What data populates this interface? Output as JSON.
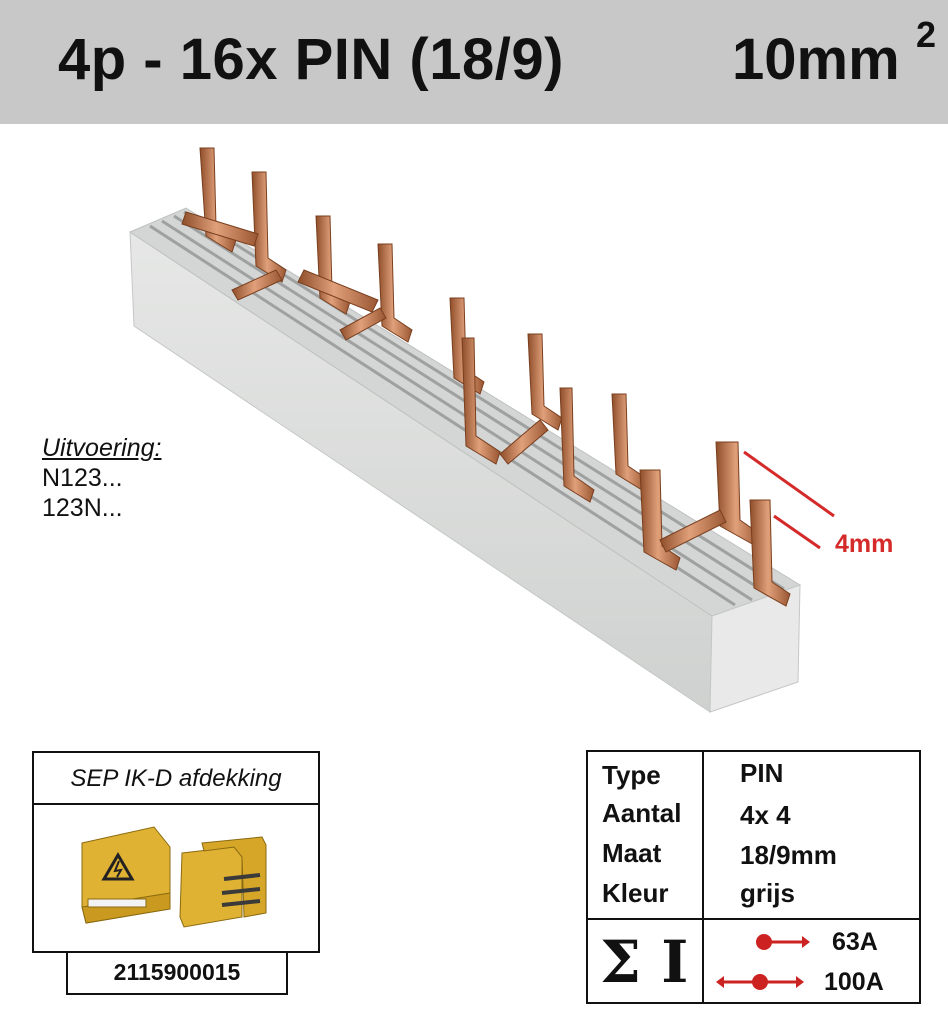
{
  "header": {
    "title": "4p - 16x PIN (18/9)",
    "cross_section": "10mm",
    "cross_section_exp": "2"
  },
  "variants": {
    "heading": "Uitvoering:",
    "items": [
      "N123...",
      "123N..."
    ]
  },
  "dimension": {
    "label": "4mm",
    "color": "#d42a2a"
  },
  "cover": {
    "title": "SEP IK-D afdekking",
    "code": "2115900015"
  },
  "spec": {
    "rows": [
      {
        "label": "Type",
        "value": "PIN"
      },
      {
        "label": "Aantal",
        "value": "4x 4"
      },
      {
        "label": "Maat",
        "value": "18/9mm"
      },
      {
        "label": "Kleur",
        "value": "grijs"
      }
    ],
    "current_symbol": "Σ I",
    "current_one_side": "63A",
    "current_two_side": "100A",
    "arrow_color": "#cc2222"
  },
  "colors": {
    "header_bg": "#c8c8c8",
    "copper": "#c47a4c",
    "housing": "#dcdedd",
    "cover_yellow": "#e0b233"
  }
}
